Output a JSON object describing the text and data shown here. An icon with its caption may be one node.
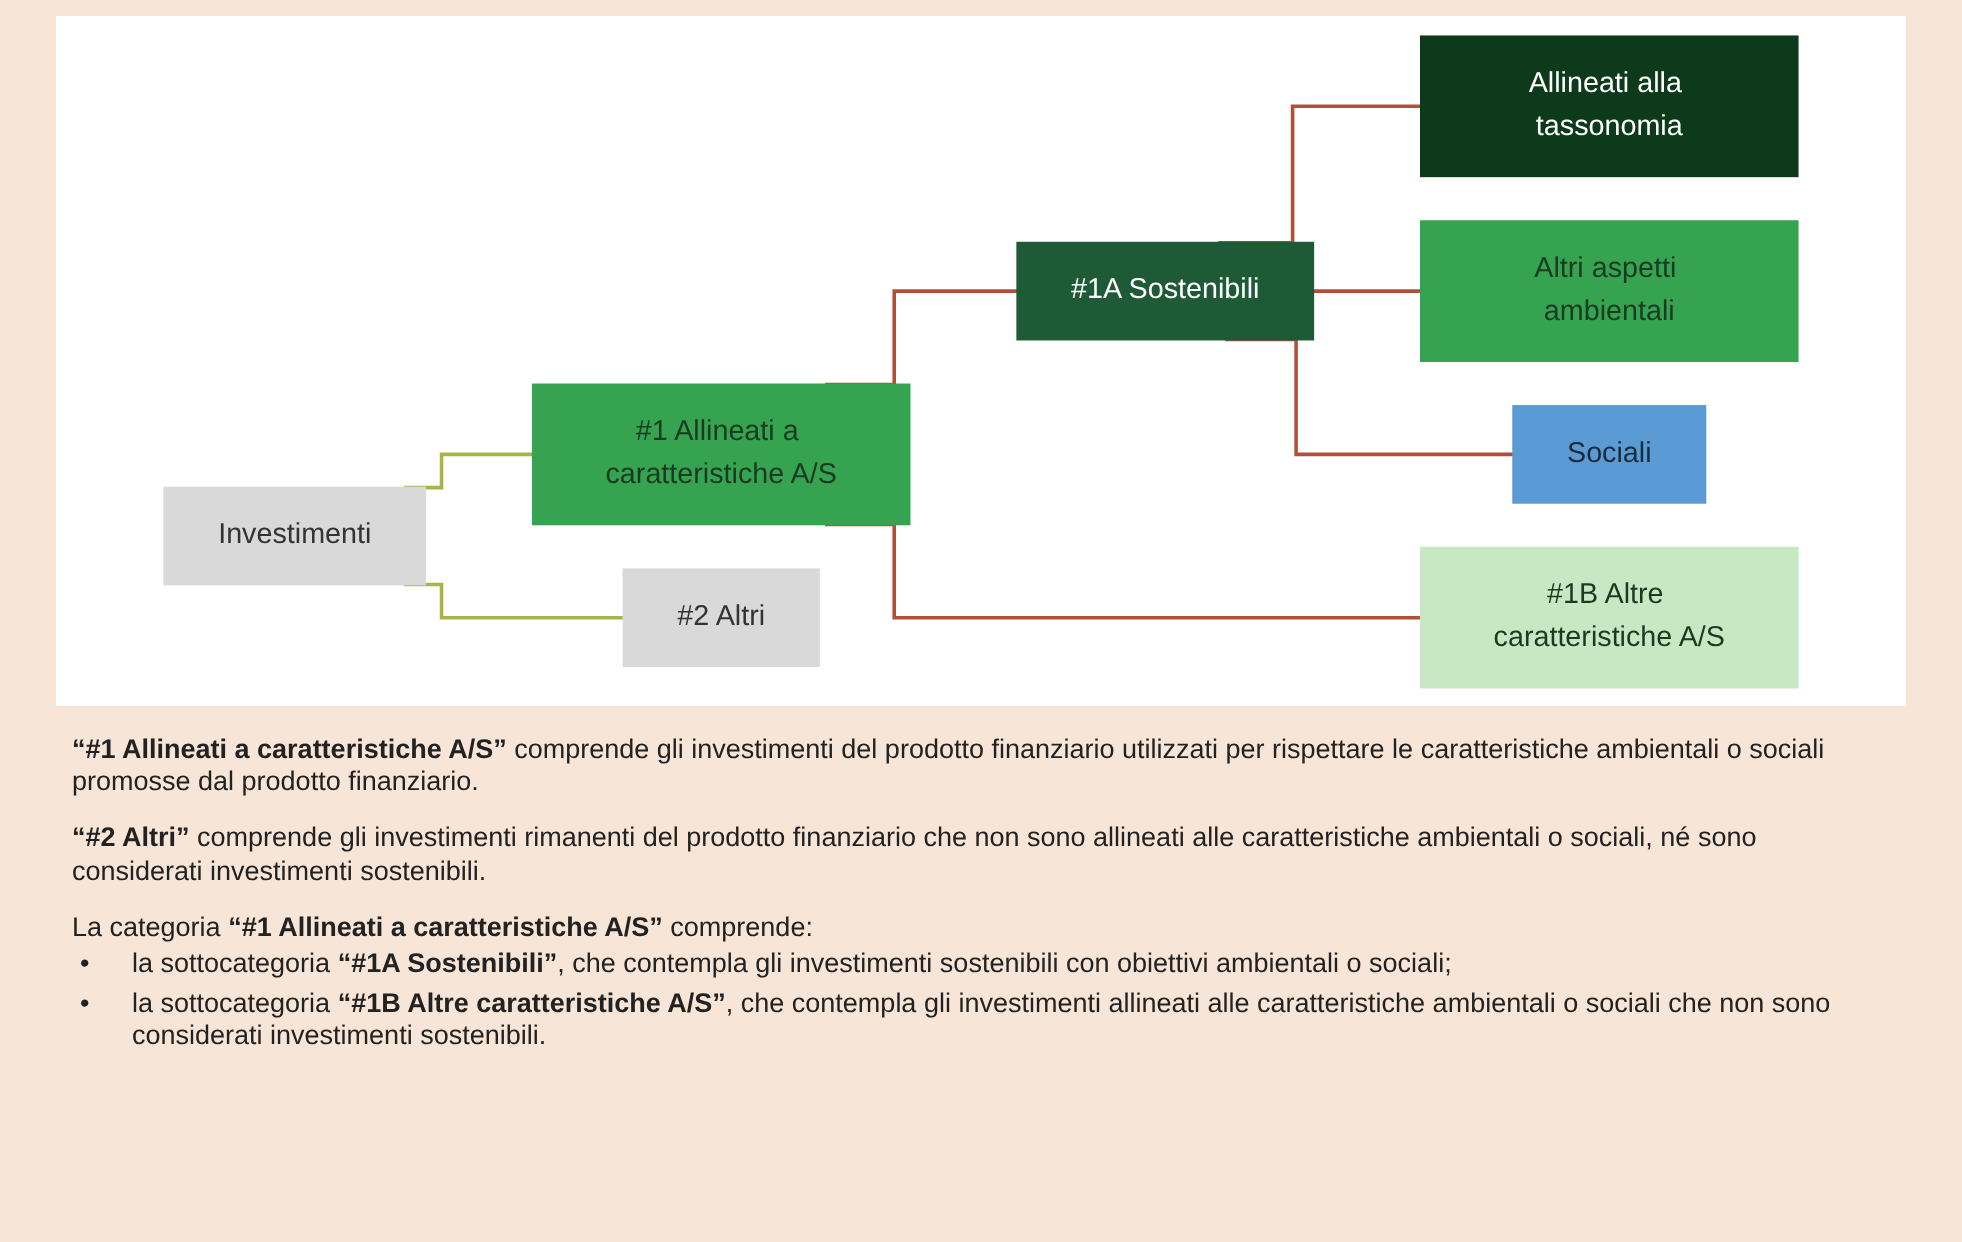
{
  "diagram": {
    "nodes": [
      {
        "text": [
          "Investimenti"
        ]
      },
      {
        "text": [
          "#1 Allineati a caratteristiche A/S"
        ]
      },
      {
        "text": [
          "#2 Altri"
        ]
      },
      {
        "text": [
          "#1A Sostenibili"
        ]
      },
      {
        "text": [
          "#1B Altre caratteristiche A/S"
        ]
      },
      {
        "text": [
          "Allineati alla tassonomia"
        ]
      },
      {
        "text": [
          "Altri aspetti ambientali"
        ]
      },
      {
        "text": [
          "Sociali"
        ]
      }
    ],
    "edges": [
      {
        "from": 0,
        "to": 1,
        "arrow": "none",
        "color": "#a8b448"
      },
      {
        "from": 0,
        "to": 2,
        "arrow": "none",
        "color": "#a8b448"
      },
      {
        "from": 1,
        "to": 3,
        "arrow": "none"
      },
      {
        "from": 1,
        "to": 4,
        "arrow": "none"
      },
      {
        "from": 3,
        "to": 5,
        "arrow": "none"
      },
      {
        "from": 3,
        "to": 6,
        "arrow": "none"
      },
      {
        "from": 3,
        "to": 7,
        "arrow": "none"
      }
    ],
    "labels": [
      "**“#1 Allineati a caratteristiche A/S”** comprende gli investimenti del prodotto finanziario utilizzati per rispettare le caratteristiche ambientali o sociali promosse dal prodotto finanziario.",
      "**“#2 Altri”** comprende gli investimenti rimanenti del prodotto finanziario che non sono allineati alle caratteristiche ambientali o sociali, né sono considerati investimenti sostenibili.",
      "La categoria **“#1 Allineati a caratteristiche A/S”** comprende:",
      "•",
      "la sottocategoria **“#1A Sostenibili”**, che contempla gli investimenti sostenibili con obiettivi ambientali o sociali;",
      "•",
      "la sottocategoria **“#1B Altre caratteristiche A/S”**, che contempla gli investimenti allineati alle caratteristiche ambientali o sociali che non sono considerati investimenti sostenibili."
    ]
  }
}
